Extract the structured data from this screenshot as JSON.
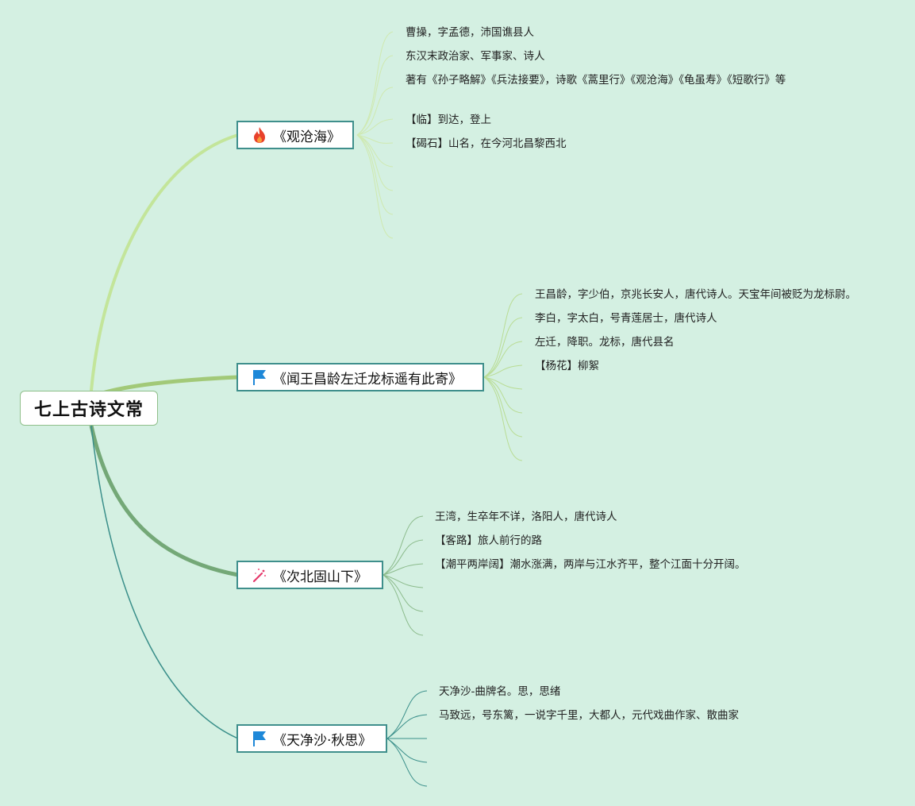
{
  "root": {
    "title": "七上古诗文常"
  },
  "topics": [
    {
      "title": "《观沧海》",
      "icon": "fire-icon",
      "color": "#c3e59a",
      "notes": [
        "曹操，字孟德，沛国谯县人",
        "东汉末政治家、军事家、诗人",
        "著有《孙子略解》《兵法接要》，诗歌《蒿里行》《观沧海》《龟虽寿》《短歌行》等",
        "【临】到达，登上",
        "【碣石】山名，在今河北昌黎西北"
      ]
    },
    {
      "title": "《闻王昌龄左迁龙标遥有此寄》",
      "icon": "flag-icon",
      "color": "#a2c978",
      "notes": [
        "王昌龄，字少伯，京兆长安人，唐代诗人。天宝年间被贬为龙标尉。",
        "李白，字太白，号青莲居士，唐代诗人",
        "左迁，降职。龙标，唐代县名",
        "【杨花】柳絮"
      ]
    },
    {
      "title": "《次北固山下》",
      "icon": "magic-wand-icon",
      "color": "#74a877",
      "notes": [
        "王湾，生卒年不详，洛阳人，唐代诗人",
        "【客路】旅人前行的路",
        "【潮平两岸阔】潮水涨满，两岸与江水齐平，整个江面十分开阔。"
      ]
    },
    {
      "title": "《天净沙·秋思》",
      "icon": "flag-icon",
      "color": "#3a8f8a",
      "notes": [
        "天净沙-曲牌名。思，思绪",
        "马致远，号东篱，一说字千里，大都人，元代戏曲作家、散曲家"
      ]
    }
  ]
}
